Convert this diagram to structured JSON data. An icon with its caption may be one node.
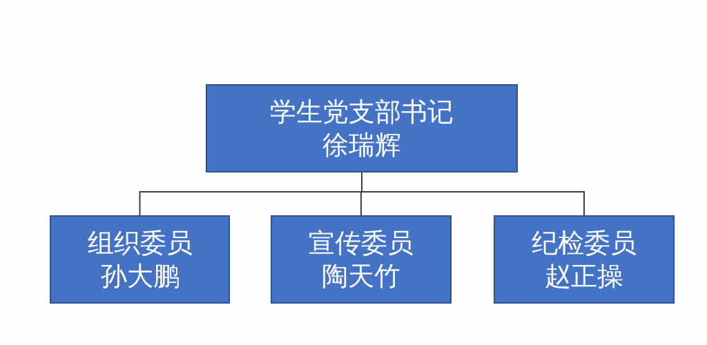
{
  "diagram": {
    "nodes": [
      {
        "text": [
          "学生党支部书记",
          "徐瑞辉"
        ]
      },
      {
        "text": [
          "组织委员",
          "孙大鹏"
        ]
      },
      {
        "text": [
          "宣传委员",
          "陶天竹"
        ]
      },
      {
        "text": [
          "纪检委员",
          "赵正操"
        ]
      }
    ],
    "edges": [
      {
        "from": 0,
        "to": 1,
        "arrow": "none"
      },
      {
        "from": 0,
        "to": 2,
        "arrow": "none"
      },
      {
        "from": 0,
        "to": 3,
        "arrow": "none"
      }
    ]
  }
}
